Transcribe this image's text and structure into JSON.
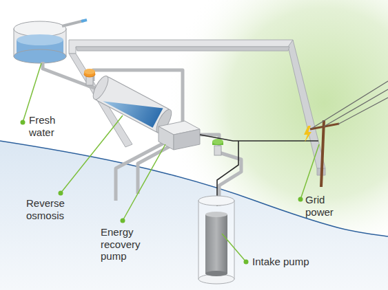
{
  "diagram": {
    "labels": [
      "Fresh water",
      "Reverse osmosis",
      "Energy recovery pump",
      "Intake pump",
      "Grid power"
    ]
  }
}
